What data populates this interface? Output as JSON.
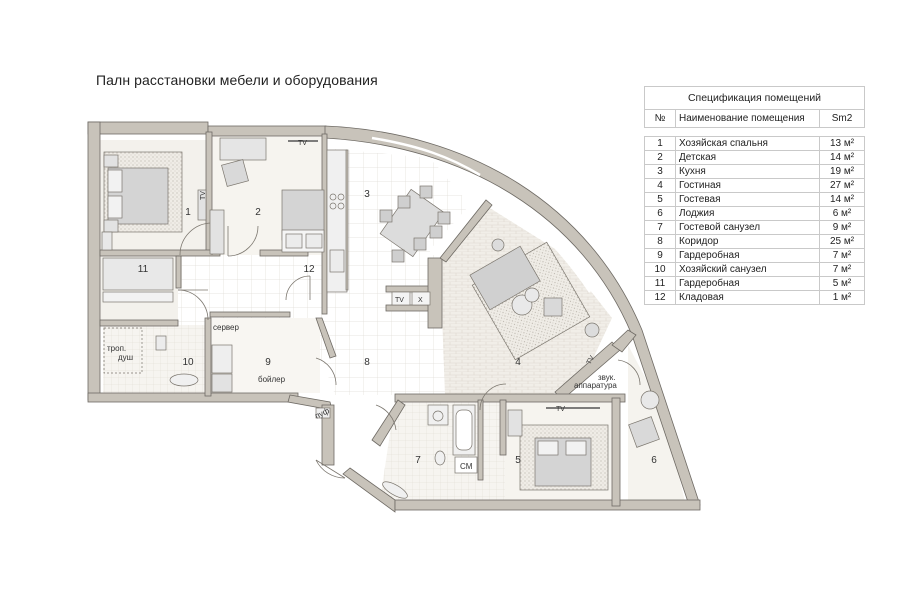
{
  "title": "Палн расстановки мебели и оборудования",
  "spec": {
    "caption": "Спецификация помещений",
    "col_num": "№",
    "col_name": "Наименование помещения",
    "col_area": "Sm2",
    "rows": [
      {
        "num": "1",
        "name": "Хозяйская спальня",
        "area": "13 м²"
      },
      {
        "num": "2",
        "name": "Детская",
        "area": "14 м²"
      },
      {
        "num": "3",
        "name": "Кухня",
        "area": "19 м²"
      },
      {
        "num": "4",
        "name": "Гостиная",
        "area": "27 м²"
      },
      {
        "num": "5",
        "name": "Гостевая",
        "area": "14 м²"
      },
      {
        "num": "6",
        "name": "Лоджия",
        "area": "6 м²"
      },
      {
        "num": "7",
        "name": "Гостевой санузел",
        "area": "9 м²"
      },
      {
        "num": "8",
        "name": "Коридор",
        "area": "25 м²"
      },
      {
        "num": "9",
        "name": "Гардеробная",
        "area": "7 м²"
      },
      {
        "num": "10",
        "name": "Хозяйский санузел",
        "area": "7 м²"
      },
      {
        "num": "11",
        "name": "Гардеробная",
        "area": "5 м²"
      },
      {
        "num": "12",
        "name": "Кладовая",
        "area": "1 м²"
      }
    ]
  },
  "plan": {
    "room_numbers": [
      "1",
      "2",
      "3",
      "4",
      "5",
      "6",
      "7",
      "8",
      "9",
      "10",
      "11",
      "12"
    ],
    "labels": {
      "server": "сервер",
      "boiler": "бойлер",
      "tropical_shower_1": "троп.",
      "tropical_shower_2": "душ",
      "audio_1": "звук.",
      "audio_2": "аппаратура",
      "washer": "СМ",
      "pouf": "пуф",
      "tv": "TV",
      "x": "X"
    }
  },
  "colors": {
    "wall": "#c8c3ba",
    "wall_stroke": "#6e6a64",
    "tile": "#e7e3dc",
    "parquet": "#ece8df",
    "furniture": "#cfcfcf",
    "rug": "#e9e6e0"
  }
}
